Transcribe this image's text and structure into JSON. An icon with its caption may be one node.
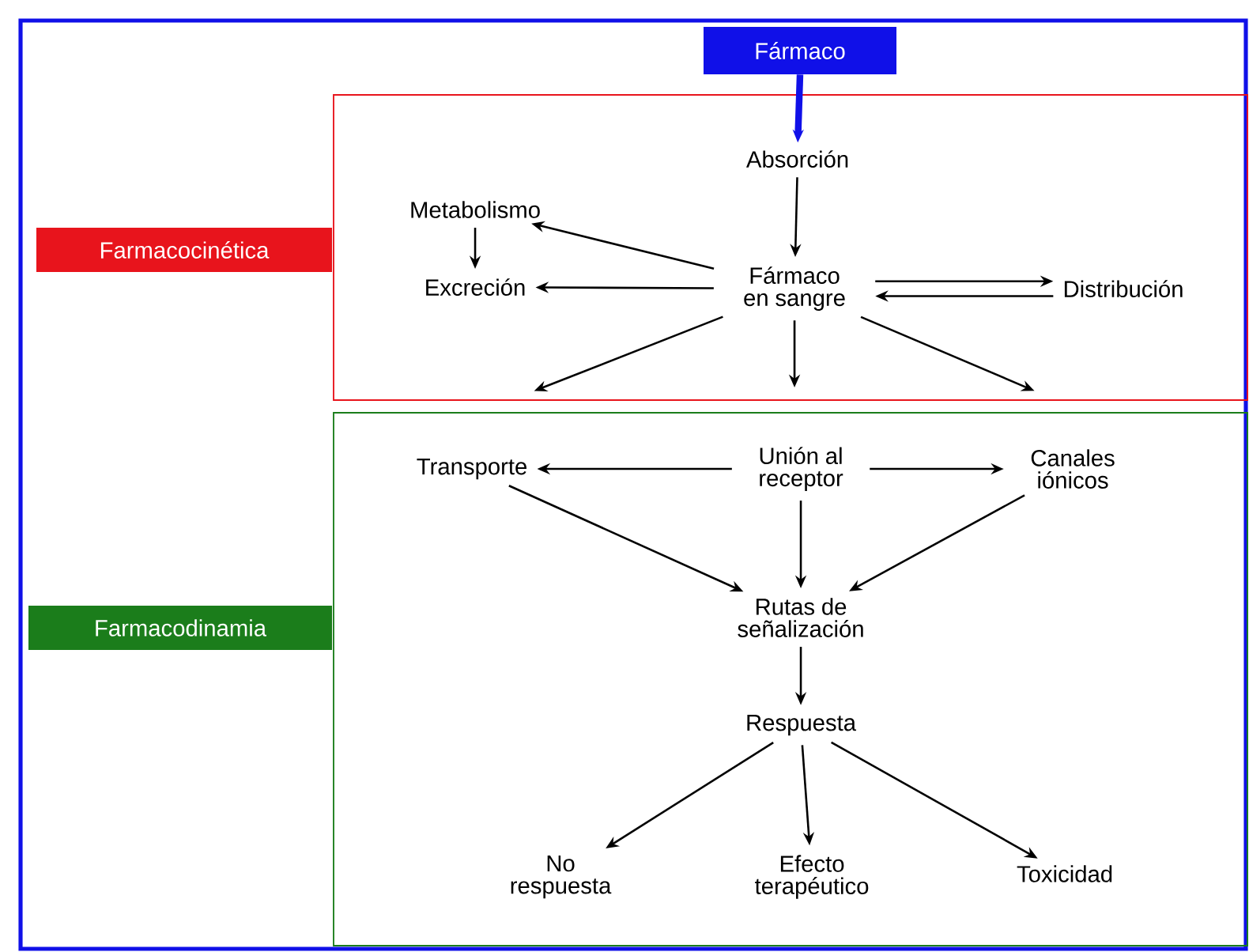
{
  "diagram": {
    "nodes": [
      {
        "text": [
          "Fármaco"
        ]
      },
      {
        "text": [
          "Farmacocinética"
        ]
      },
      {
        "text": [
          "Absorción"
        ],
        "in": 1
      },
      {
        "text": [
          "Metabolismo"
        ],
        "in": 1
      },
      {
        "text": [
          "Excreción"
        ],
        "in": 1
      },
      {
        "text": [
          "Fármaco en sangre"
        ],
        "in": 1
      },
      {
        "text": [
          "Distribución"
        ],
        "in": 1
      },
      {
        "text": [
          "Farmacodinamia"
        ]
      },
      {
        "text": [
          "Unión al receptor"
        ],
        "in": 7
      },
      {
        "text": [
          "Transporte"
        ],
        "in": 7
      },
      {
        "text": [
          "Canales iónicos"
        ],
        "in": 7
      },
      {
        "text": [
          "Rutas de señalización"
        ],
        "in": 7
      },
      {
        "text": [
          "Respuesta"
        ],
        "in": 7
      },
      {
        "text": [
          "No respuesta"
        ],
        "in": 7
      },
      {
        "text": [
          "Efecto terapéutico"
        ],
        "in": 7
      },
      {
        "text": [
          "Toxicidad"
        ],
        "in": 7
      }
    ],
    "edges": [
      {
        "from": 0,
        "to": 2,
        "arrow": "to",
        "style": "thick",
        "color": "#1010e8"
      },
      {
        "from": 2,
        "to": 5,
        "arrow": "to"
      },
      {
        "from": 5,
        "to": 3,
        "arrow": "to"
      },
      {
        "from": 3,
        "to": 4,
        "arrow": "to"
      },
      {
        "from": 5,
        "to": 4,
        "arrow": "to"
      },
      {
        "from": 5,
        "to": 6,
        "arrow": "to"
      },
      {
        "from": 6,
        "to": 5,
        "arrow": "to"
      },
      {
        "from": 5,
        "to": 7,
        "arrow": "to"
      },
      {
        "from": 5,
        "to": 7,
        "arrow": "to"
      },
      {
        "from": 5,
        "to": 7,
        "arrow": "to"
      },
      {
        "from": 8,
        "to": 9,
        "arrow": "to"
      },
      {
        "from": 8,
        "to": 10,
        "arrow": "to"
      },
      {
        "from": 8,
        "to": 11,
        "arrow": "to"
      },
      {
        "from": 9,
        "to": 11,
        "arrow": "to"
      },
      {
        "from": 10,
        "to": 11,
        "arrow": "to"
      },
      {
        "from": 11,
        "to": 12,
        "arrow": "to"
      },
      {
        "from": 12,
        "to": 13,
        "arrow": "to"
      },
      {
        "from": 12,
        "to": 14,
        "arrow": "to"
      },
      {
        "from": 12,
        "to": 15,
        "arrow": "to"
      }
    ]
  }
}
